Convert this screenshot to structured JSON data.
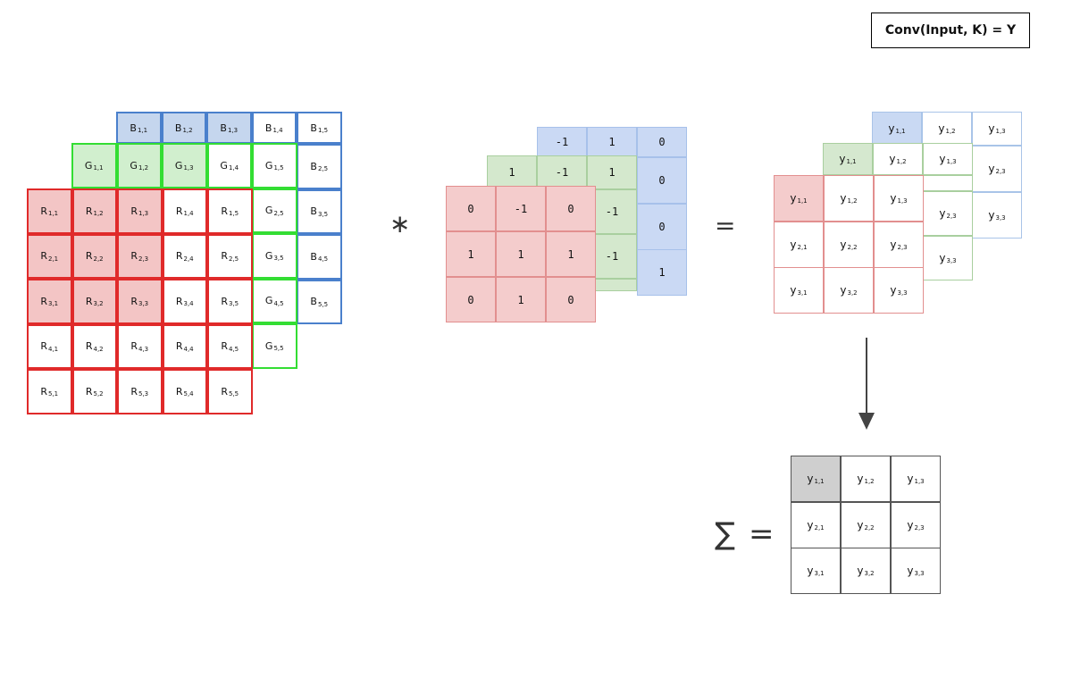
{
  "title": "Conv(Input, K) = Y",
  "operators": {
    "conv": "∗",
    "equals": "=",
    "sum": "∑",
    "sum_equals": "="
  },
  "input": {
    "blue": [
      [
        "B",
        "1,1"
      ],
      [
        "B",
        "1,2"
      ],
      [
        "B",
        "1,3"
      ],
      [
        "B",
        "1,4"
      ],
      [
        "B",
        "1,5"
      ],
      [
        "B",
        "2,5"
      ],
      [
        "B",
        "3,5"
      ],
      [
        "B",
        "4,5"
      ],
      [
        "B",
        "5,5"
      ]
    ],
    "green": [
      [
        "G",
        "1,1"
      ],
      [
        "G",
        "1,2"
      ],
      [
        "G",
        "1,3"
      ],
      [
        "G",
        "1,4"
      ],
      [
        "G",
        "1,5"
      ],
      [
        "G",
        "2,5"
      ],
      [
        "G",
        "3,5"
      ],
      [
        "G",
        "4,5"
      ],
      [
        "G",
        "5,5"
      ]
    ],
    "red_prefix": "R"
  },
  "kernel": {
    "blue_col": [
      "0",
      "0",
      "1"
    ],
    "blue_row": [
      "-1",
      "1",
      "0"
    ],
    "green_row": [
      "1",
      "-1",
      "1"
    ],
    "green_col": [
      "-1",
      "-1"
    ],
    "red": [
      [
        "0",
        "-1",
        "0"
      ],
      [
        "1",
        "1",
        "1"
      ],
      [
        "0",
        "1",
        "0"
      ]
    ]
  },
  "output_prefix": "y",
  "colors": {
    "blue": "#4a80cc",
    "green": "#33dd33",
    "red": "#e02a2a",
    "highlight": "#cfcfcf"
  }
}
